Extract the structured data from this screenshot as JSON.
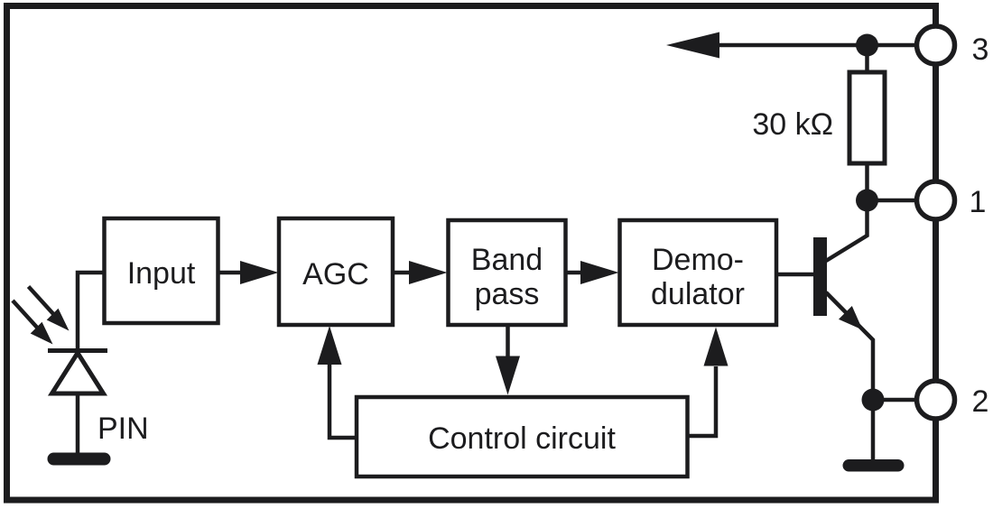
{
  "colors": {
    "ink": "#1c1c1e",
    "background": "#ffffff"
  },
  "diagram": {
    "blocks": {
      "input": {
        "label": "Input"
      },
      "agc": {
        "label": "AGC"
      },
      "bandpass": {
        "line1": "Band",
        "line2": "pass"
      },
      "demodulator": {
        "line1": "Demo-",
        "line2": "dulator"
      },
      "control": {
        "label": "Control circuit"
      }
    },
    "components": {
      "resistor": {
        "label": "30 kΩ"
      },
      "photodiode": {
        "label": "PIN"
      }
    },
    "pins": {
      "pin3": {
        "number": "3"
      },
      "pin1": {
        "number": "1"
      },
      "pin2": {
        "number": "2"
      }
    }
  }
}
